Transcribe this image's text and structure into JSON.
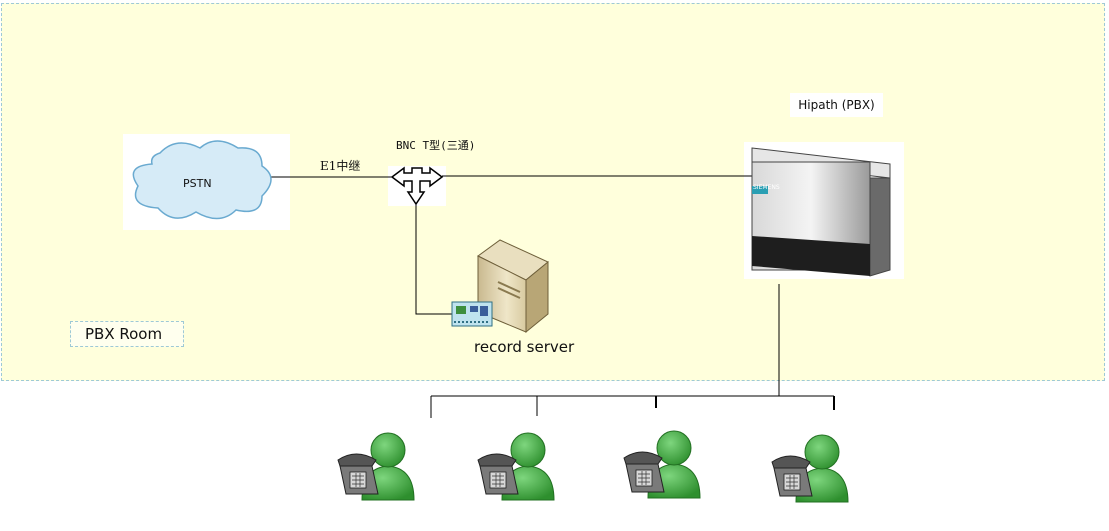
{
  "room": {
    "label": "PBX Room"
  },
  "nodes": {
    "pstn": {
      "label": "PSTN"
    },
    "trunk": {
      "label": "E1中继"
    },
    "bnc": {
      "label": "BNC T型(三通)"
    },
    "pbx": {
      "label": "Hipath (PBX)",
      "brand": "SIEMENS"
    },
    "server": {
      "label": "record server"
    }
  },
  "extensions": {
    "count": 4
  },
  "colors": {
    "room_fill": "#ffffdc",
    "room_border": "#9ec9d6",
    "cloud_fill": "#d6ebf7",
    "cloud_stroke": "#6aaad0",
    "person_green": "#3aa63a",
    "line": "#000000"
  }
}
